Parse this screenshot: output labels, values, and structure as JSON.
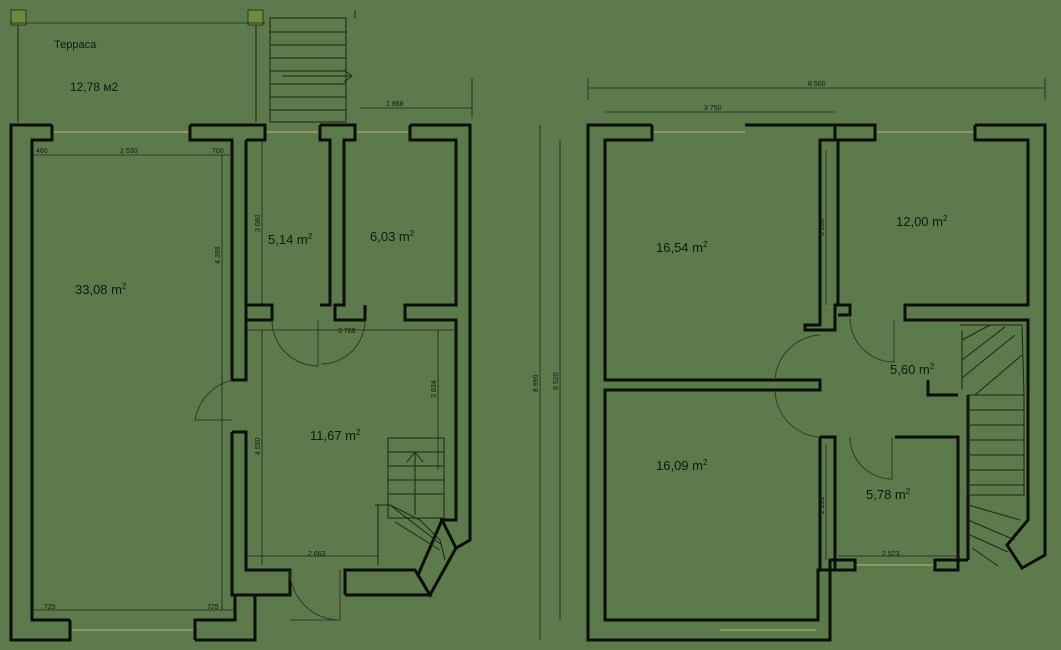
{
  "terrace": {
    "title": "Терраса",
    "area": "12,78 м2"
  },
  "ground_floor": {
    "rooms": {
      "living": "33,08 m",
      "room_514": "5,14 m",
      "room_603": "6,03 m",
      "hall": "11,67 m"
    },
    "dims": {
      "d1868": "1 868",
      "d460": "460",
      "d2530": "2 530",
      "d700": "700",
      "d3080": "3 080",
      "d4395": "4 395",
      "d3769": "3 769",
      "d3834": "3 834",
      "d4550": "4 550",
      "d2663": "2 663",
      "d725a": "725",
      "d725b": "725"
    }
  },
  "first_floor": {
    "rooms": {
      "r1654": "16,54 m",
      "r1200": "12,00 m",
      "r560": "5,60 m",
      "r1609": "16,09 m",
      "r578": "5,78 m"
    },
    "dims": {
      "d8500": "8 500",
      "d3750": "3 750",
      "d8990": "8 990",
      "d8520": "8 520",
      "d3200": "3 200",
      "d2291": "2 291",
      "d2523": "2 523"
    }
  },
  "superscript": "2"
}
